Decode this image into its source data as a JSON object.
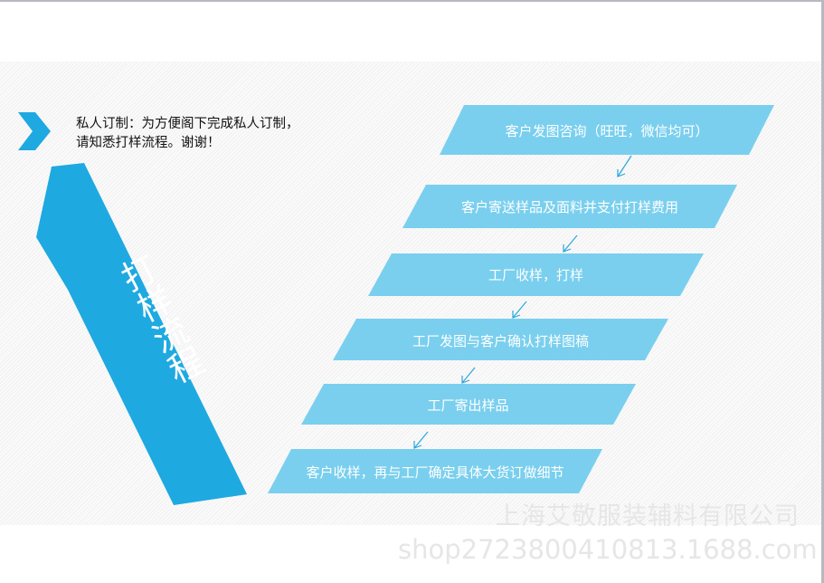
{
  "intro": {
    "line1": "私人订制：为方便阁下完成私人订制，",
    "line2": "请知悉打样流程。谢谢！"
  },
  "banner": {
    "title": "打样流程"
  },
  "steps": [
    {
      "label": "客户发图咨询（旺旺，微信均可）"
    },
    {
      "label": "客户寄送样品及面料并支付打样费用"
    },
    {
      "label": "工厂收样，打样"
    },
    {
      "label": "工厂发图与客户确认打样图稿"
    },
    {
      "label": "工厂寄出样品"
    },
    {
      "label": "客户收样，再与工厂确定具体大货订做细节"
    }
  ],
  "watermark": {
    "company": "上海艾敬服装辅料有限公司",
    "url": "shop2723800410813.1688.com"
  },
  "colors": {
    "step": "#7acfee",
    "banner": "#1ea9e1",
    "arrow": "#2aa6dc"
  },
  "icons": [
    "chevron-right-icon",
    "arrow-down-icon"
  ]
}
